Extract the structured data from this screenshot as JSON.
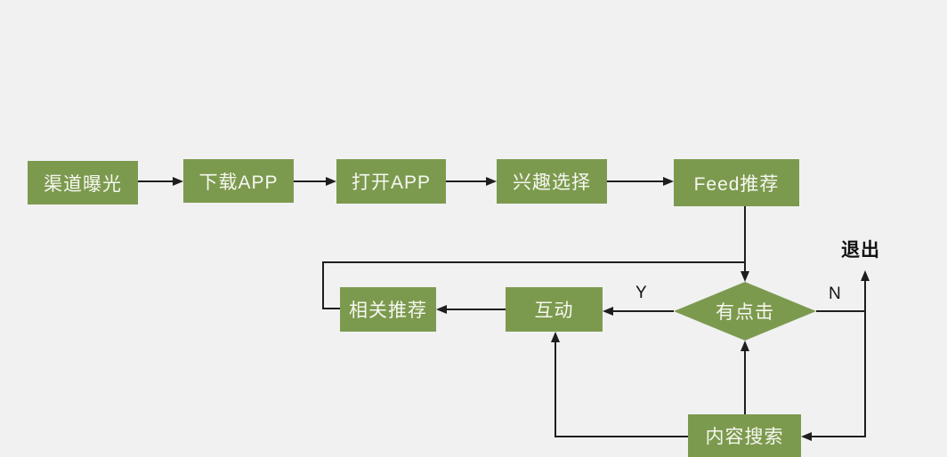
{
  "diagram": {
    "type": "flowchart",
    "description": "App user funnel / feed recommendation loop flowchart"
  },
  "colors": {
    "canvas_bg": "#f1f1f2",
    "node_fill": "#7c9a4e",
    "node_text": "#f6f7f1",
    "line": "#1e1e1e",
    "label_text": "#111111"
  },
  "nodes": [
    {
      "id": "channel-exposure",
      "label": "渠道曝光",
      "shape": "rect"
    },
    {
      "id": "download-app",
      "label": "下载APP",
      "shape": "rect"
    },
    {
      "id": "open-app",
      "label": "打开APP",
      "shape": "rect"
    },
    {
      "id": "interest-selection",
      "label": "兴趣选择",
      "shape": "rect"
    },
    {
      "id": "feed-recommendation",
      "label": "Feed推荐",
      "shape": "rect"
    },
    {
      "id": "related-recommendation",
      "label": "相关推荐",
      "shape": "rect"
    },
    {
      "id": "interaction",
      "label": "互动",
      "shape": "rect"
    },
    {
      "id": "has-click",
      "label": "有点击",
      "shape": "diamond"
    },
    {
      "id": "content-search",
      "label": "内容搜索",
      "shape": "rect"
    }
  ],
  "labels": {
    "yes": "Y",
    "no": "N",
    "exit": "退出"
  },
  "edges": [
    {
      "from": "渠道曝光",
      "to": "下载APP"
    },
    {
      "from": "下载APP",
      "to": "打开APP"
    },
    {
      "from": "打开APP",
      "to": "兴趣选择"
    },
    {
      "from": "兴趣选择",
      "to": "Feed推荐"
    },
    {
      "from": "Feed推荐",
      "to": "有点击"
    },
    {
      "from": "有点击",
      "to": "互动",
      "label": "Y"
    },
    {
      "from": "有点击",
      "to": "退出",
      "label": "N"
    },
    {
      "from": "有点击",
      "to": "内容搜索",
      "label": "N"
    },
    {
      "from": "互动",
      "to": "相关推荐"
    },
    {
      "from": "相关推荐",
      "to": "有点击"
    },
    {
      "from": "内容搜索",
      "to": "有点击"
    },
    {
      "from": "内容搜索",
      "to": "互动"
    }
  ]
}
